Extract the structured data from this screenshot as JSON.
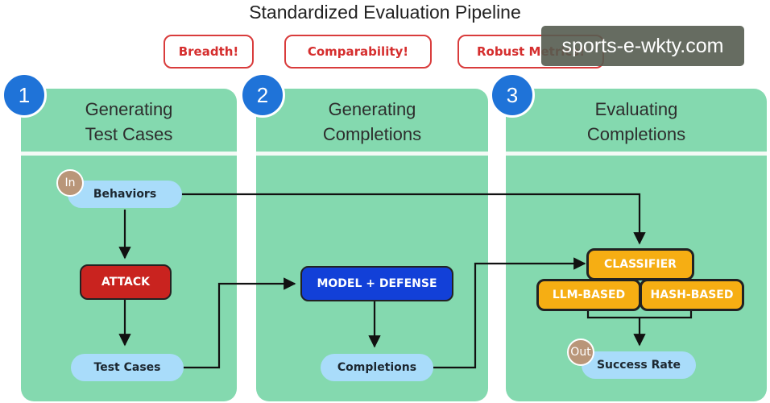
{
  "title": "Standardized Evaluation Pipeline",
  "tags": [
    "Breadth!",
    "Comparability!",
    "Robust Metrics!"
  ],
  "watermark": "sports-e-wkty.com",
  "panels": [
    {
      "step": "1",
      "title_line1": "Generating",
      "title_line2": "Test Cases"
    },
    {
      "step": "2",
      "title_line1": "Generating",
      "title_line2": "Completions"
    },
    {
      "step": "3",
      "title_line1": "Evaluating",
      "title_line2": "Completions"
    }
  ],
  "nodes": {
    "in_badge": "In",
    "out_badge": "Out",
    "behaviors": "Behaviors",
    "attack": "ATTACK",
    "test_cases": "Test Cases",
    "model_defense": "MODEL + DEFENSE",
    "completions": "Completions",
    "classifier": "CLASSIFIER",
    "llm_based": "LLM-BASED",
    "hash_based": "HASH-BASED",
    "success_rate": "Success Rate"
  },
  "colors": {
    "panel": "#84d9af",
    "step_badge": "#1f73d8",
    "attack": "#c9231f",
    "model": "#1240d8",
    "classifier": "#f6ae13",
    "pill": "#a9dcfa",
    "tag_border": "#d93c3c"
  }
}
